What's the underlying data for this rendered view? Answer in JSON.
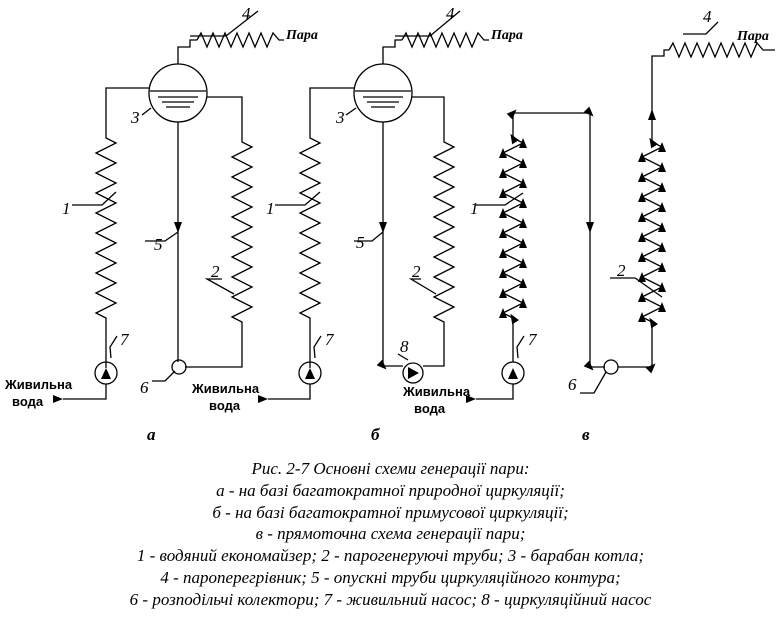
{
  "diagrams": [
    {
      "letter": "а",
      "steam": "Пара",
      "water_line1": "Живильна",
      "water_line2": "вода",
      "labels": {
        "n1": "1",
        "n2": "2",
        "n3": "3",
        "n4": "4",
        "n5": "5",
        "n6": "6",
        "n7": "7"
      }
    },
    {
      "letter": "б",
      "steam": "Пара",
      "water_line1": "Живильна",
      "water_line2": "вода",
      "labels": {
        "n1": "1",
        "n2": "2",
        "n3": "3",
        "n4": "4",
        "n5": "5",
        "n7": "7",
        "n8": "8"
      }
    },
    {
      "letter": "в",
      "steam": "Пара",
      "labels": {
        "n1": "1",
        "n2": "2",
        "n4": "4",
        "n6": "6",
        "n7": "7"
      }
    }
  ],
  "caption": [
    "Рис. 2-7 Основні схеми генерації пари:",
    "а - на базі багатократної природної циркуляції;",
    "б - на базі багатократної примусової циркуляції;",
    "в - прямоточна схема генерації пари;",
    "1 - водяний економайзер; 2 - парогенеруючі труби; 3 - барабан котла;",
    "4 - пароперегрівник; 5 - опускні труби циркуляційного контура;",
    "6 - розподільчі колектори; 7 - живильний насос; 8 - циркуляційний насос"
  ]
}
